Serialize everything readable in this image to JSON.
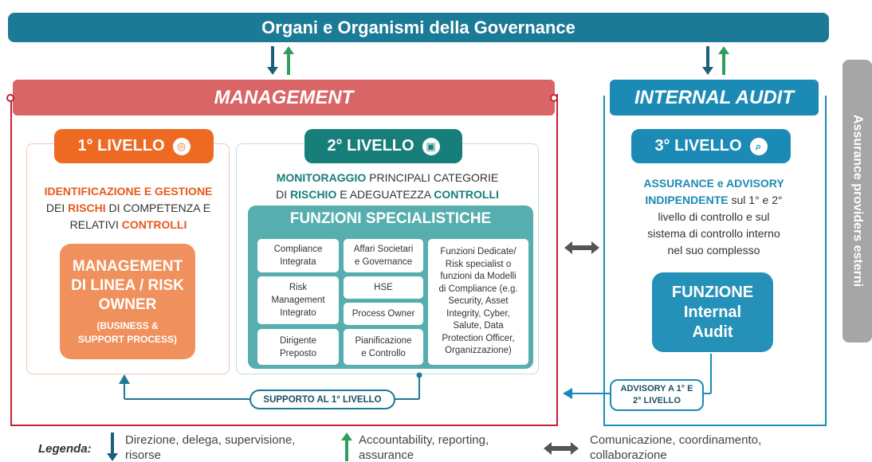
{
  "governance": {
    "title": "Organi e Organismi della Governance"
  },
  "management": {
    "title": "MANAGEMENT"
  },
  "internal_audit": {
    "title": "INTERNAL AUDIT"
  },
  "level1": {
    "label": "1° LIVELLO",
    "icon": "target-icon",
    "desc": {
      "p1": "IDENTIFICAZIONE E GESTIONE",
      "p2": "DEI ",
      "p3": "RISCHI",
      "p4": " DI COMPETENZA E",
      "p5": "RELATIVI ",
      "p6": "CONTROLLI"
    },
    "owner_box": {
      "line1": "MANAGEMENT",
      "line2": "DI LINEA / RISK",
      "line3": "OWNER",
      "line4": "(BUSINESS &",
      "line5": "SUPPORT PROCESS)"
    }
  },
  "level2": {
    "label": "2° LIVELLO",
    "icon": "monitor-icon",
    "desc": {
      "p1": "MONITORAGGIO",
      "p2": " PRINCIPALI CATEGORIE",
      "p3": "DI ",
      "p4": "RISCHIO",
      "p5": " E ADEGUATEZZA ",
      "p6": "CONTROLLI"
    },
    "functions_title": "FUNZIONI SPECIALISTICHE",
    "cells": {
      "compliance": [
        "Compliance",
        "Integrata"
      ],
      "risk_mgmt": [
        "Risk",
        "Management",
        "Integrato"
      ],
      "dirigente": [
        "Dirigente",
        "Preposto"
      ],
      "affari": [
        "Affari Societari",
        "e Governance"
      ],
      "hse": [
        "HSE"
      ],
      "process_owner": [
        "Process Owner"
      ],
      "pianificazione": [
        "Pianificazione",
        "e Controllo"
      ],
      "dedicate": [
        "Funzioni Dedicate/",
        "Risk specialist o",
        "funzioni da Modelli",
        "di Compliance (e.g.",
        "Security, Asset",
        "Integrity, Cyber,",
        "Salute, Data",
        "Protection Officer,",
        "Organizzazione)"
      ]
    }
  },
  "level3": {
    "label": "3° LIVELLO",
    "icon": "magnifier-icon",
    "desc": {
      "p1": "ASSURANCE e ADVISORY",
      "p2": "INDIPENDENTE",
      "p3": " sul 1° e 2°",
      "p4": "livello di controllo e sul",
      "p5": "sistema di controllo interno",
      "p6": "nel suo complesso"
    },
    "function_box": [
      "FUNZIONE",
      "Internal",
      "Audit"
    ]
  },
  "supporto_label": "SUPPORTO AL 1° LIVELLO",
  "advisory_label": [
    "ADVISORY A 1° E",
    "2° LIVELLO"
  ],
  "side_label": "Assurance providers esterni",
  "legend": {
    "label": "Legenda:",
    "down": [
      "Direzione, delega, supervisione,",
      "risorse"
    ],
    "up": [
      "Accountability, reporting,",
      "assurance"
    ],
    "both": [
      "Comunicazione, coordinamento,",
      "collaborazione"
    ]
  },
  "colors": {
    "governance": "#1b7a96",
    "management": "#d96566",
    "management_border": "#c8202f",
    "internal_audit": "#1b8bb5",
    "level1": "#ee6a23",
    "level2": "#177e7a",
    "specialist_box": "#57aeae",
    "side_bar": "#a6a6a6",
    "arrow_down": "#1b5f7e",
    "arrow_up": "#2f9e5e"
  }
}
